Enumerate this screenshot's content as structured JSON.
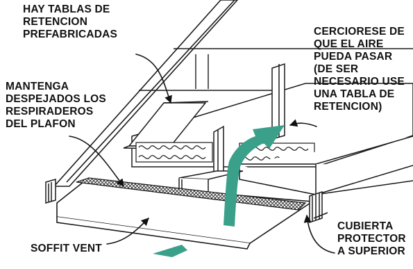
{
  "labels": {
    "prefab_boards": [
      "HAY TABLAS DE",
      "RETENCION",
      "PREFABRICADAS"
    ],
    "keep_vents_clear": [
      "MANTENGA",
      "DESPEJADOS LOS",
      "RESPIRADEROS",
      "DEL PLAFON"
    ],
    "air_flow_note": [
      "CERCIORESE DE",
      "QUE EL AIRE",
      "PUEDA PASAR",
      "(DE SER",
      "NECESARIO USE",
      "UNA TABLA DE",
      "RETENCION)"
    ],
    "soffit_vent": "SOFFIT VENT",
    "top_cover": [
      "CUBIERTA",
      "PROTECTOR",
      "A SUPERIOR"
    ]
  },
  "colors": {
    "line": "#1a1a1a",
    "airflow": "#3aa08a",
    "background": "#ffffff"
  }
}
